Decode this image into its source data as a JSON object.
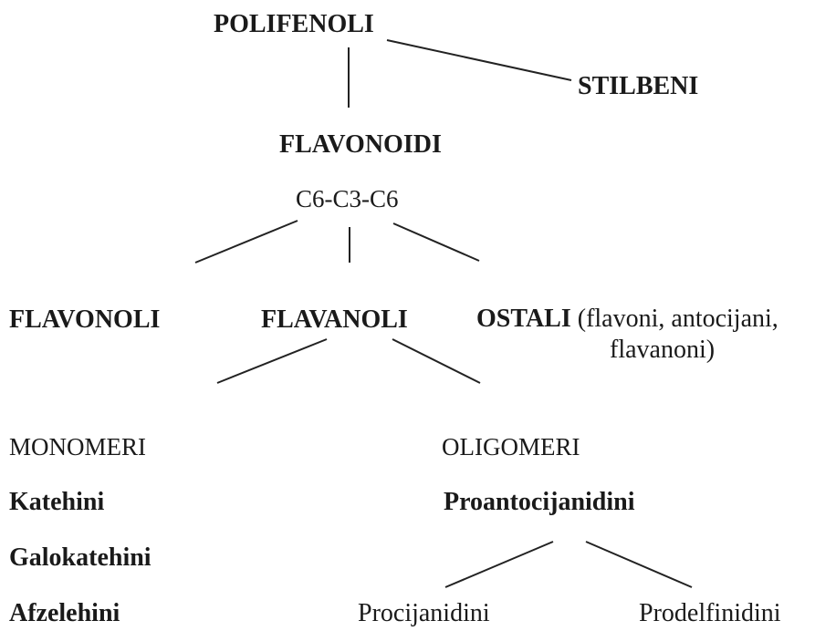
{
  "nodes": {
    "polifenoli": "POLIFENOLI",
    "stilbeni": "STILBENI",
    "flavonoidi": "FLAVONOIDI",
    "formula": "C6-C3-C6",
    "flavonoli": "FLAVONOLI",
    "flavanoli": "FLAVANOLI",
    "ostali": "OSTALI",
    "ostali_note_1": "(flavoni, antocijani,",
    "ostali_note_2": "flavanoni)",
    "monomeri": "MONOMERI",
    "oligomeri": "OLIGOMERI",
    "katehini": "Katehini",
    "galokatehini": "Galokatehini",
    "afzelehini": "Afzelehini",
    "proantocijanidini": "Proantocijanidini",
    "procijanidini": "Procijanidini",
    "prodelfinidini": "Prodelfinidini"
  },
  "edges": [
    [
      "polifenoli",
      "stilbeni"
    ],
    [
      "polifenoli",
      "flavonoidi"
    ],
    [
      "flavonoidi",
      "flavonoli"
    ],
    [
      "flavonoidi",
      "flavanoli"
    ],
    [
      "flavonoidi",
      "ostali"
    ],
    [
      "flavanoli",
      "monomeri"
    ],
    [
      "flavanoli",
      "oligomeri"
    ],
    [
      "proantocijanidini",
      "procijanidini"
    ],
    [
      "proantocijanidini",
      "prodelfinidini"
    ]
  ]
}
